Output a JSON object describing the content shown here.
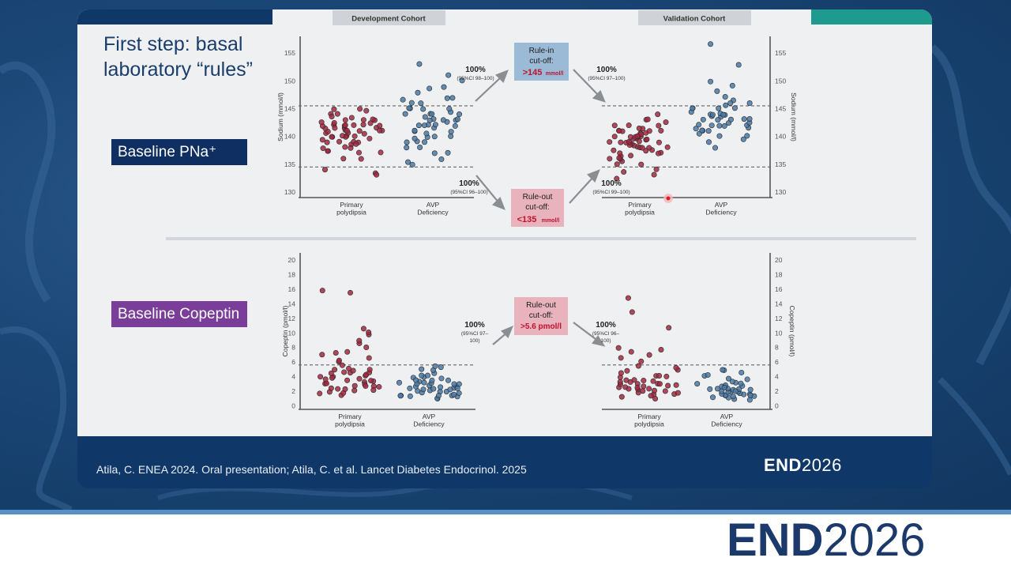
{
  "slide": {
    "title": "First step: basal laboratory “rules”",
    "tag_pna": "Baseline PNa⁺",
    "tag_copeptin": "Baseline Copeptin",
    "reference": "Atila, C. ENEA 2024. Oral presentation; Atila, C. et al. Lancet Diabetes Endocrinol. 2025",
    "logo_end": "END",
    "logo_year": "2026",
    "colors": {
      "primary_polydipsia": "#a3283f",
      "avp_deficiency": "#4a7aa8",
      "rule_in_box": "#9bbad6",
      "rule_out_box": "#e8b3bd",
      "navy": "#0f3868",
      "teal": "#1e9a8e"
    }
  },
  "cohorts": {
    "development": "Development Cohort",
    "validation": "Validation Cohort"
  },
  "groups": {
    "primary": "Primary polydipsia",
    "avp": "AVP Deficiency"
  },
  "boxes": {
    "rulein": {
      "l1": "Rule-in",
      "l2": "cut-off:",
      "val": ">145",
      "unit": "mmol/l"
    },
    "ruleout_na": {
      "l1": "Rule-out",
      "l2": "cut-off:",
      "val": "<135",
      "unit": "mmol/l"
    },
    "ruleout_cop": {
      "l1": "Rule-out",
      "l2": "cut-off:",
      "val": ">5.6 pmol/l"
    }
  },
  "stats": {
    "na_dev_in": {
      "pct": "100%",
      "ci": "(95%CI 98–100)"
    },
    "na_val_in": {
      "pct": "100%",
      "ci": "(95%CI 97–100)"
    },
    "na_dev_out": {
      "pct": "100%",
      "ci": "(95%CI 96–100)"
    },
    "na_val_out": {
      "pct": "100%",
      "ci": "(95%CI 99–100)"
    },
    "cop_dev": {
      "pct": "100%",
      "ci1": "(95%CI 97–",
      "ci2": "100)"
    },
    "cop_val": {
      "pct": "100%",
      "ci1": "(95%CI 96–",
      "ci2": "100)"
    }
  },
  "chart_data": [
    {
      "type": "scatter",
      "title": "Development Cohort – Sodium",
      "ylabel": "Sodium (mmol/l)",
      "ylim": [
        129,
        158
      ],
      "yticks": [
        130,
        135,
        140,
        145,
        150,
        155
      ],
      "reference_lines": [
        134.5,
        145.5
      ],
      "series": [
        {
          "name": "Primary polydipsia",
          "values": [
            133.5,
            134,
            133,
            136,
            137,
            137.5,
            138,
            138.5,
            139,
            139,
            139.5,
            140,
            140,
            140,
            140.5,
            140.5,
            141,
            141,
            141,
            141.5,
            141.5,
            142,
            142,
            142,
            142,
            142.5,
            142.5,
            143,
            143,
            143.5,
            144,
            144,
            145,
            145,
            141,
            139,
            138,
            140,
            142,
            141.5,
            143,
            137,
            136,
            139,
            140,
            141,
            142,
            138,
            139.5,
            140.5,
            141.5,
            142.5,
            143.5,
            144.5,
            137.5,
            138.5,
            140,
            141,
            142,
            143
          ]
        },
        {
          "name": "AVP Deficiency",
          "values": [
            135,
            136,
            137,
            138,
            139,
            139.5,
            140,
            140.5,
            141,
            141.5,
            142,
            142,
            142.5,
            143,
            143,
            143.5,
            144,
            144,
            144.5,
            145,
            145,
            146,
            146.5,
            147,
            148,
            148.5,
            149,
            150,
            151,
            153,
            141,
            142,
            143,
            144,
            145,
            140,
            139,
            138,
            142,
            141,
            143,
            144,
            145,
            146,
            147,
            135.5,
            137,
            139,
            140,
            142,
            143
          ]
        }
      ]
    },
    {
      "type": "scatter",
      "title": "Validation Cohort – Sodium",
      "ylabel": "Sodium (mmol/l)",
      "ylim": [
        129,
        158
      ],
      "yticks": [
        130,
        135,
        140,
        145,
        150,
        155
      ],
      "reference_lines": [
        134.5,
        145.5
      ],
      "series": [
        {
          "name": "Primary polydipsia",
          "values": [
            132.5,
            133,
            133.5,
            134,
            135,
            135.5,
            136,
            136.5,
            137,
            137.5,
            137.5,
            138,
            138,
            138,
            138.5,
            138.5,
            139,
            139,
            139,
            139,
            139.5,
            139.5,
            139.5,
            140,
            140,
            140,
            140,
            140.5,
            140.5,
            141,
            141,
            141,
            141.5,
            141.5,
            142,
            142,
            142.5,
            143,
            143,
            144,
            138,
            139,
            140,
            137,
            136,
            141,
            139.5,
            140.5,
            138.5,
            137.5,
            136.5,
            139,
            140,
            141,
            142,
            138,
            139,
            137,
            136,
            135
          ]
        },
        {
          "name": "AVP Deficiency",
          "values": [
            138,
            139,
            139.5,
            140,
            140.5,
            141,
            141,
            141.5,
            141.5,
            142,
            142,
            142,
            142.5,
            142.5,
            143,
            143,
            143,
            143.5,
            143.5,
            144,
            144,
            144,
            144.5,
            145,
            145,
            145.5,
            146,
            146.5,
            147,
            148,
            149,
            150,
            153,
            156.5,
            141,
            142,
            143,
            144,
            145,
            140,
            142,
            143,
            144,
            145,
            146
          ]
        }
      ]
    },
    {
      "type": "scatter",
      "title": "Development Cohort – Copeptin",
      "ylabel": "Copeptin (pmol/l)",
      "ylim": [
        -0.5,
        21
      ],
      "yticks": [
        0,
        2,
        4,
        6,
        8,
        10,
        12,
        14,
        16,
        18,
        20
      ],
      "reference_lines": [
        5.6
      ],
      "series": [
        {
          "name": "Primary polydipsia",
          "values": [
            1.5,
            1.8,
            2,
            2,
            2.2,
            2.4,
            2.5,
            2.6,
            2.8,
            3,
            3,
            3.2,
            3.3,
            3.5,
            3.6,
            3.8,
            4,
            4,
            4.2,
            4.3,
            4.5,
            4.5,
            4.7,
            5,
            5,
            5.2,
            5.5,
            6,
            6.3,
            6.5,
            7,
            7.2,
            7.5,
            8,
            8.5,
            9,
            9.8,
            10,
            10.5,
            15.5,
            15.8,
            1.6,
            2.3,
            2.9,
            3.4,
            3.9,
            4.4,
            4.9,
            2.1,
            2.7
          ]
        },
        {
          "name": "AVP Deficiency",
          "values": [
            1,
            1.2,
            1.3,
            1.5,
            1.5,
            1.7,
            1.8,
            1.9,
            2,
            2,
            2.1,
            2.2,
            2.3,
            2.4,
            2.5,
            2.6,
            2.7,
            2.8,
            2.9,
            3,
            3,
            3.1,
            3.2,
            3.3,
            3.5,
            3.7,
            3.8,
            4,
            4.2,
            4.5,
            4.8,
            5,
            5.2,
            5.5,
            1.4,
            1.6,
            2.2,
            2.6,
            3.4,
            1.1,
            1.3,
            2.4,
            2.9,
            3.6,
            4.1
          ]
        }
      ]
    },
    {
      "type": "scatter",
      "title": "Validation Cohort – Copeptin",
      "ylabel": "Copeptin (pmol/l)",
      "ylim": [
        -0.5,
        21
      ],
      "yticks": [
        0,
        2,
        4,
        6,
        8,
        10,
        12,
        14,
        16,
        18,
        20
      ],
      "reference_lines": [
        5.6
      ],
      "series": [
        {
          "name": "Primary polydipsia",
          "values": [
            1,
            1.2,
            1.5,
            1.6,
            1.8,
            2,
            2,
            2.1,
            2.2,
            2.3,
            2.4,
            2.5,
            2.6,
            2.7,
            2.8,
            2.9,
            3,
            3,
            3.1,
            3.2,
            3.3,
            3.4,
            3.5,
            3.6,
            3.8,
            4,
            4.2,
            4.5,
            4.8,
            5,
            5.2,
            5.5,
            6,
            6.5,
            7,
            7.3,
            7.8,
            8,
            10.8,
            12.8,
            14.8,
            1.3,
            1.7,
            2.4,
            2.9,
            3.5,
            4.1
          ]
        },
        {
          "name": "AVP Deficiency",
          "values": [
            0.8,
            1,
            1.1,
            1.2,
            1.3,
            1.4,
            1.5,
            1.5,
            1.6,
            1.7,
            1.8,
            1.9,
            2,
            2,
            2.1,
            2.2,
            2.3,
            2.4,
            2.5,
            2.6,
            2.7,
            2.8,
            3,
            3.2,
            3.4,
            3.6,
            3.8,
            4,
            4.2,
            4.5,
            4.8,
            5,
            1.2,
            1.6,
            2.1,
            2.6,
            3.1,
            1.4,
            1.9,
            2.4
          ]
        }
      ]
    }
  ]
}
